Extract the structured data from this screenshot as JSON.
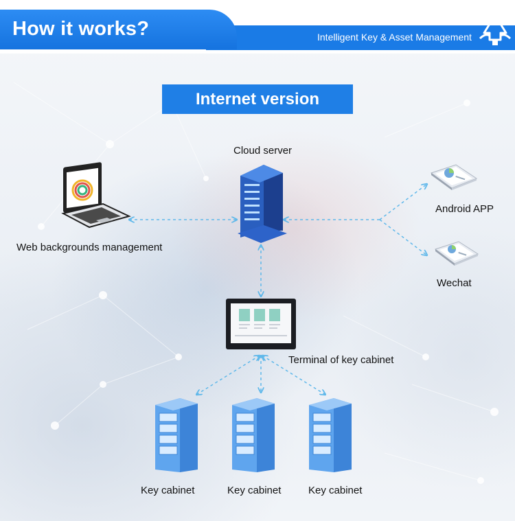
{
  "header": {
    "title": "How it works?",
    "subtitle": "Intelligent Key & Asset Management"
  },
  "diagram": {
    "version_title": "Internet version",
    "nodes": {
      "cloud_server": "Cloud server",
      "web_management": "Web backgrounds management",
      "android_app": "Android APP",
      "wechat": "Wechat",
      "terminal": "Terminal of key cabinet",
      "key_cabinets": [
        "Key cabinet",
        "Key cabinet",
        "Key cabinet"
      ]
    }
  },
  "colors": {
    "brand_blue": "#1a7be6",
    "connector": "#5fb8ea",
    "server_blue": "#2f6fd0",
    "cabinet_blue": "#6aaef0"
  }
}
